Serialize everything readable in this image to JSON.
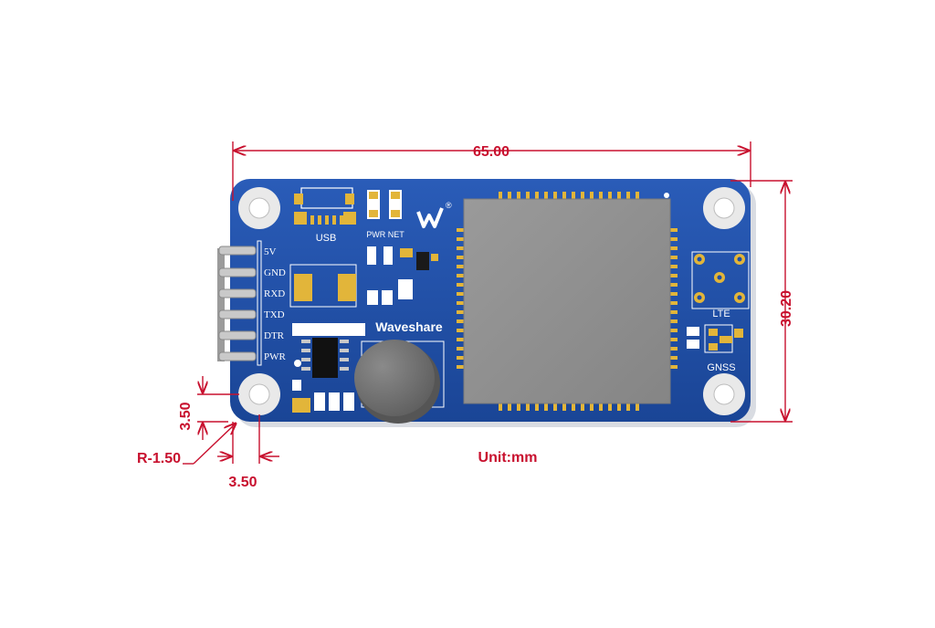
{
  "dimensions": {
    "width": "65.00",
    "height": "30.20",
    "hole_offset_y": "3.50",
    "hole_offset_x": "3.50",
    "corner_radius": "R-1.50",
    "unit": "Unit:mm"
  },
  "silkscreen": {
    "usb": "USB",
    "pwr_net": "PWR NET",
    "brand": "Waveshare",
    "registered": "®",
    "lte": "LTE",
    "gnss": "GNSS",
    "pins": [
      "5V",
      "GND",
      "RXD",
      "TXD",
      "DTR",
      "PWR"
    ]
  },
  "colors": {
    "board": "#1f4fa6",
    "dimension": "#c8102e",
    "module": "#8f8f8f",
    "pad_gold": "#e2b53a"
  }
}
